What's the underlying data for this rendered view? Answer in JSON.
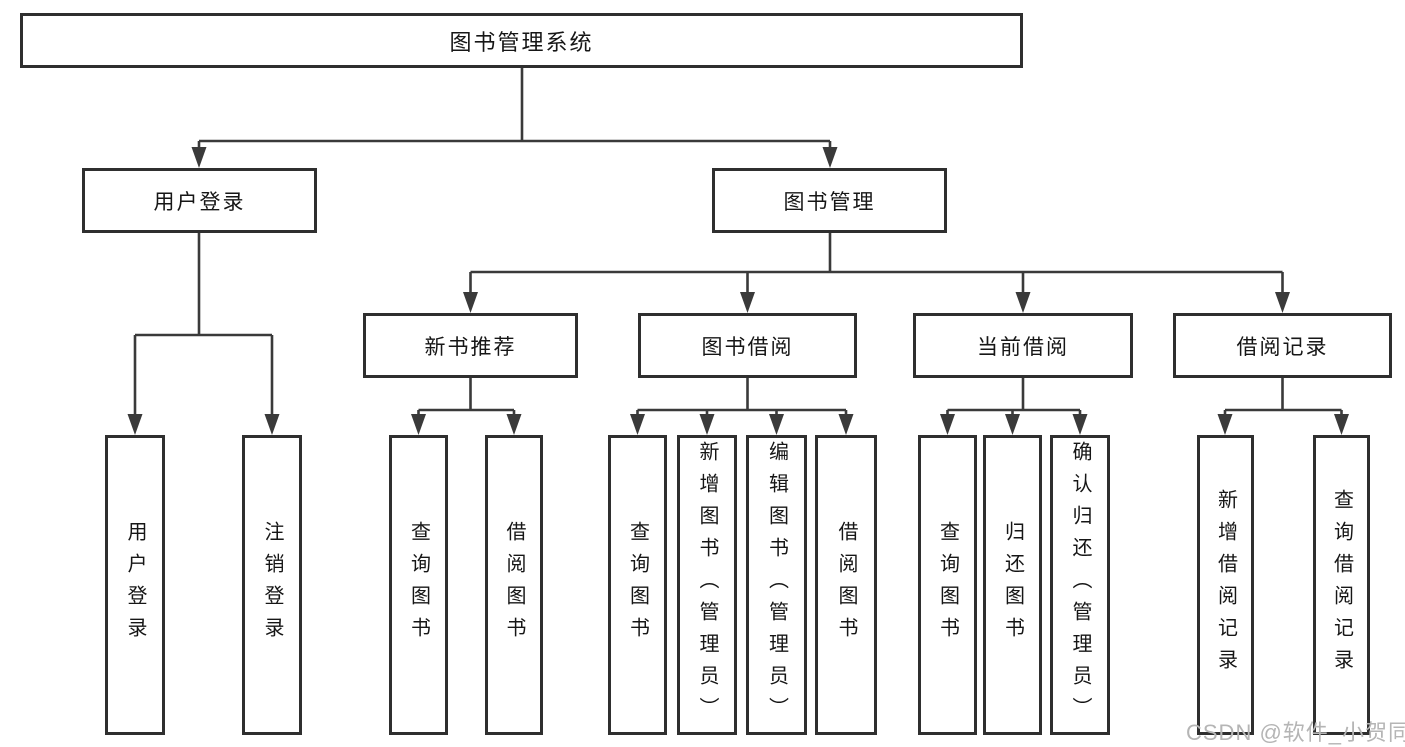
{
  "tree": {
    "root": "图书管理系统",
    "level2": [
      {
        "label": "用户登录",
        "children": [
          {
            "label": "用户登录"
          },
          {
            "label": "注销登录"
          }
        ]
      },
      {
        "label": "图书管理",
        "children": [
          {
            "label": "新书推荐",
            "children": [
              {
                "label": "查询图书"
              },
              {
                "label": "借阅图书"
              }
            ]
          },
          {
            "label": "图书借阅",
            "children": [
              {
                "label": "查询图书"
              },
              {
                "label": "新增图书（管理员）"
              },
              {
                "label": "编辑图书（管理员）"
              },
              {
                "label": "借阅图书"
              }
            ]
          },
          {
            "label": "当前借阅",
            "children": [
              {
                "label": "查询图书"
              },
              {
                "label": "归还图书"
              },
              {
                "label": "确认归还（管理员）"
              }
            ]
          },
          {
            "label": "借阅记录",
            "children": [
              {
                "label": "新增借阅记录"
              },
              {
                "label": "查询借阅记录"
              }
            ]
          }
        ]
      }
    ]
  },
  "watermark": {
    "text": "CSDN @软件_小贺同学"
  },
  "colors": {
    "line": "#3a3a3a",
    "box_border": "#2f2f2f",
    "text": "#161616",
    "background": "#ffffff",
    "watermark": "#b5b5b5"
  }
}
